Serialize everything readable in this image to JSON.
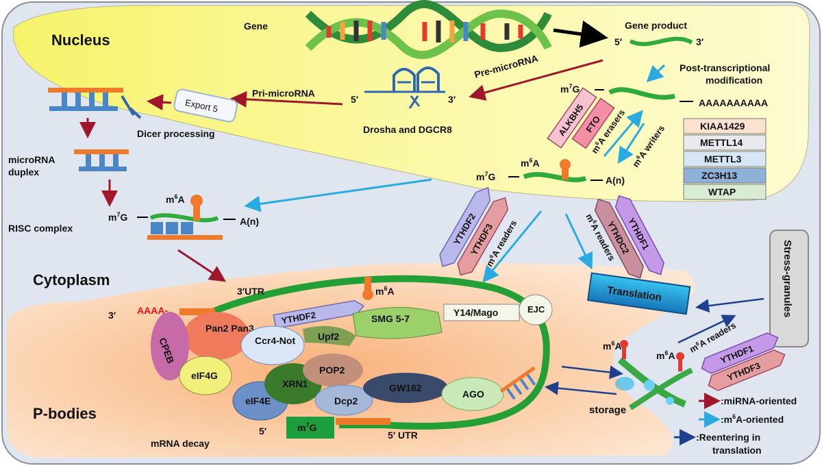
{
  "compartments": {
    "nucleus": "Nucleus",
    "cytoplasm": "Cytoplasm",
    "p_bodies": "P-bodies",
    "stress_granules": "Stress-granules"
  },
  "nucleus": {
    "gene": "Gene",
    "gene_product": "Gene product",
    "gene_product_5": "5′",
    "gene_product_3": "3′",
    "post_transcriptional_1": "Post-transcriptional",
    "post_transcriptional_2": "modification",
    "pre_microrna": "Pre-microRNA",
    "pri_microrna": "Pri-microRNA",
    "drosha_dgcr8": "Drosha and DGCR8",
    "hairpin_5": "5′",
    "hairpin_3": "3′",
    "export5": "Export 5",
    "dicer_processing": "Dicer processing",
    "m7g": "m7G",
    "poly_a_long": "AAAAAAAAAA",
    "m6a": "m6A",
    "poly_a_short": "A(n)",
    "erasers": [
      "ALKBH5",
      "FTO"
    ],
    "erasers_label": "m6A erasers",
    "writers_label": "m6A writers",
    "writers": [
      "KIAA1429",
      "METTL14",
      "METTL3",
      "ZC3H13",
      "WTAP"
    ]
  },
  "cytoplasm": {
    "microrna_duplex_1": "microRNA",
    "microrna_duplex_2": "duplex",
    "risc_complex": "RISC complex",
    "risc_m6a": "m6A",
    "risc_m7g": "m7G",
    "risc_an": "A(n)",
    "readers_left": [
      "YTHDF2",
      "YTHDF3"
    ],
    "readers_left_label": "m6A readers",
    "readers_mid": [
      "YTHDC2",
      "YTHDF1"
    ],
    "readers_mid_label": "m6A readers",
    "translation": "Translation",
    "readers_right": [
      "YTHDF1",
      "YTHDF3"
    ],
    "readers_right_label": "m6A readers"
  },
  "pbody": {
    "three_prime": "3′",
    "aaaa": "AAAA-",
    "utr3": "3′UTR",
    "m6a": "m6A",
    "proteins": {
      "ythdf2": "YTHDF2",
      "pan": "Pan2 Pan3",
      "ccr4": "Ccr4-Not",
      "upf2": "Upf2",
      "smg": "SMG 5-7",
      "y14": "Y14/Mago",
      "ejc": "EJC",
      "cpeb": "CPEB",
      "eif4g": "eIF4G",
      "eif4e": "eIF4E",
      "xrn1": "XRN1",
      "pop2": "POP2",
      "dcp2": "Dcp2",
      "gw182": "GW182",
      "ago": "AGO"
    },
    "five_prime": "5′",
    "m7g": "m7G",
    "utr5": "5′ UTR",
    "mrna_decay": "mRNA decay",
    "storage": "storage",
    "storage_m6a_1": "m6A",
    "storage_m6a_2": "m6A"
  },
  "legend": [
    {
      "label": ":miRNA-oriented",
      "color": "#a0162b"
    },
    {
      "label": ":m6A-oriented",
      "color": "#29abe2"
    },
    {
      "label": ":Reentering in",
      "label2": "translation",
      "color": "#1f3f8f"
    }
  ],
  "colors": {
    "mirna_arrow": "#a0162b",
    "m6a_arrow": "#29abe2",
    "reenter_arrow": "#1f3f8f",
    "rna_green": "#2eab3a",
    "utr_orange": "#f07a2c"
  }
}
